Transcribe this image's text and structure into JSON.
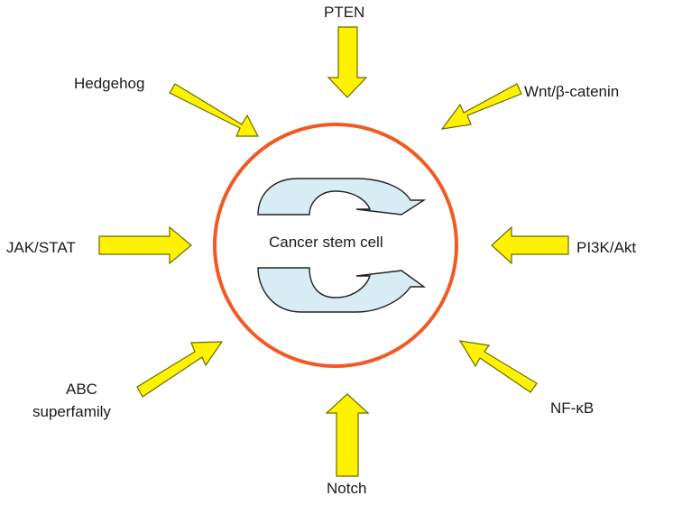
{
  "diagram": {
    "center_label": "Cancer stem cell",
    "pathways": [
      {
        "id": "pten",
        "label": "PTEN"
      },
      {
        "id": "wnt",
        "label": "Wnt/β-catenin"
      },
      {
        "id": "pi3k",
        "label": "PI3K/Akt"
      },
      {
        "id": "nfkb",
        "label": "NF-κB"
      },
      {
        "id": "notch",
        "label": "Notch"
      },
      {
        "id": "abc",
        "label_line1": "ABC",
        "label_line2": "superfamily"
      },
      {
        "id": "jak",
        "label": "JAK/STAT"
      },
      {
        "id": "hedgehog",
        "label": "Hedgehog"
      }
    ],
    "colors": {
      "arrow_fill": "#FFF200",
      "arrow_stroke": "#6b6b00",
      "circle": "#F15A22",
      "cycle_fill": "#D8ECF6",
      "text": "#1a1a1a"
    }
  }
}
